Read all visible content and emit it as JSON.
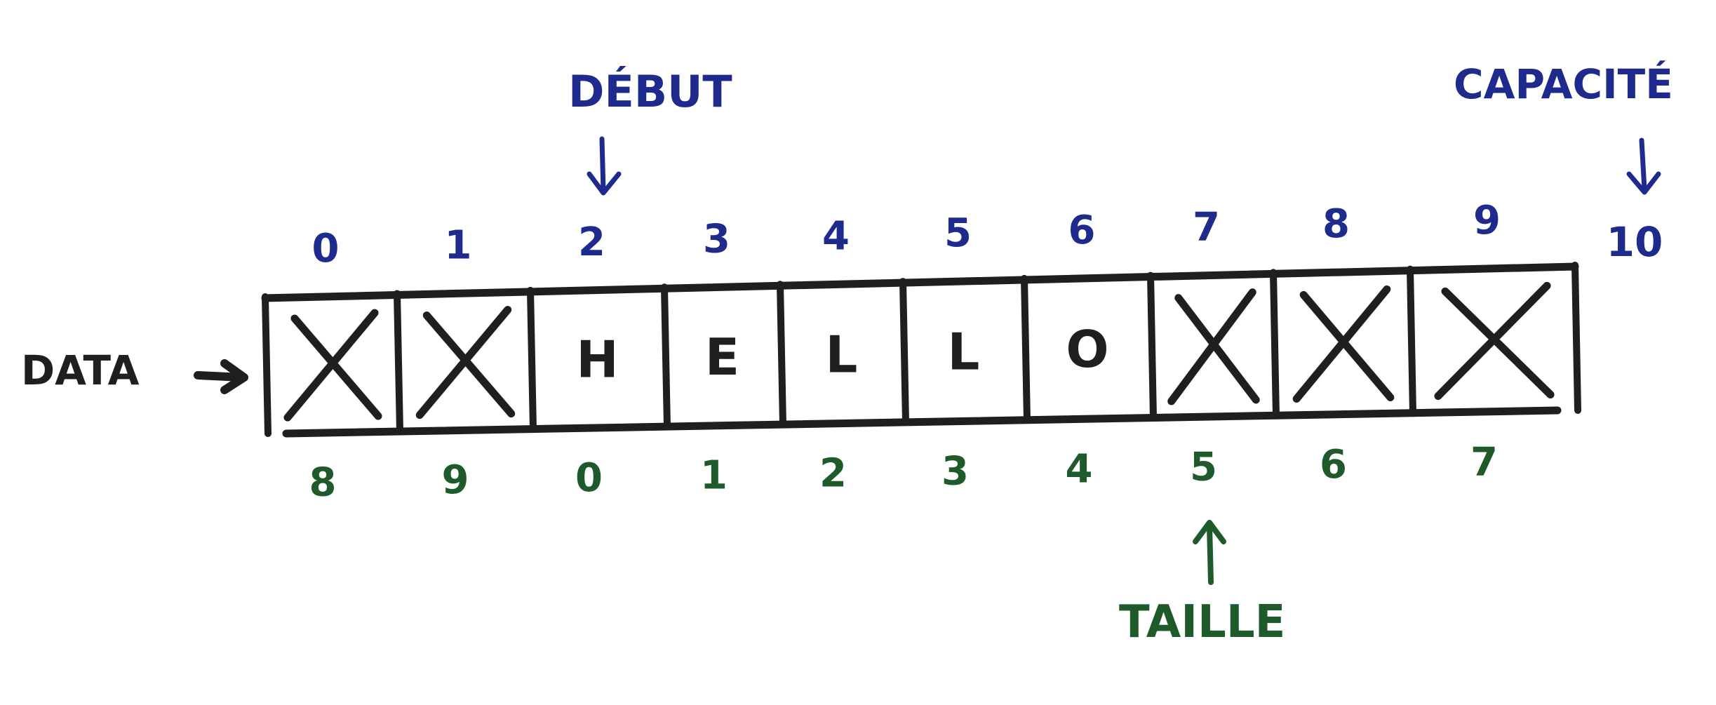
{
  "labels": {
    "data": "DATA",
    "debut": "DÉBUT",
    "capacite": "CAPACITÉ",
    "taille": "TAILLE"
  },
  "top_indices": [
    "0",
    "1",
    "2",
    "3",
    "4",
    "5",
    "6",
    "7",
    "8",
    "9"
  ],
  "capacity_index": "10",
  "cells": [
    "X",
    "X",
    "H",
    "E",
    "L",
    "L",
    "O",
    "X",
    "X",
    "X"
  ],
  "bottom_indices": [
    "8",
    "9",
    "0",
    "1",
    "2",
    "3",
    "4",
    "5",
    "6",
    "7"
  ],
  "colors": {
    "ink": "#1f1f1f",
    "blue": "#1e2a8c",
    "green": "#1f5a2a",
    "background": "#ffffff"
  }
}
